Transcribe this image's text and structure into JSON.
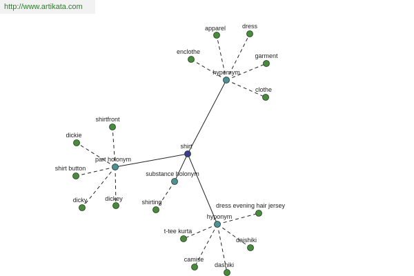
{
  "banner": {
    "url": "http://www.artikata.com"
  },
  "colors": {
    "center": "#3b3b8f",
    "relation": "#4f8f96",
    "leaf": "#4a8a3c",
    "edge": "#222222",
    "text": "#222222",
    "banner_text": "#2f7a2f"
  },
  "graph": {
    "center": {
      "id": "shirt",
      "label": "shirt"
    },
    "relations": [
      {
        "id": "hypernym",
        "label": "hypernym",
        "leaves": [
          "apparel",
          "dress",
          "garment",
          "clothe",
          "enclothe"
        ]
      },
      {
        "id": "part-holonym",
        "label": "part holonym",
        "leaves": [
          "shirtfront",
          "dickie",
          "shirt button",
          "dicky",
          "dickey"
        ]
      },
      {
        "id": "substance-holonym",
        "label": "substance holonym",
        "leaves": [
          "shirting"
        ]
      },
      {
        "id": "hyponym",
        "label": "hyponym",
        "leaves": [
          "dress evening hair jersey",
          "t-tee kurta",
          "dashiki",
          "camise",
          "daishiki"
        ]
      }
    ]
  }
}
